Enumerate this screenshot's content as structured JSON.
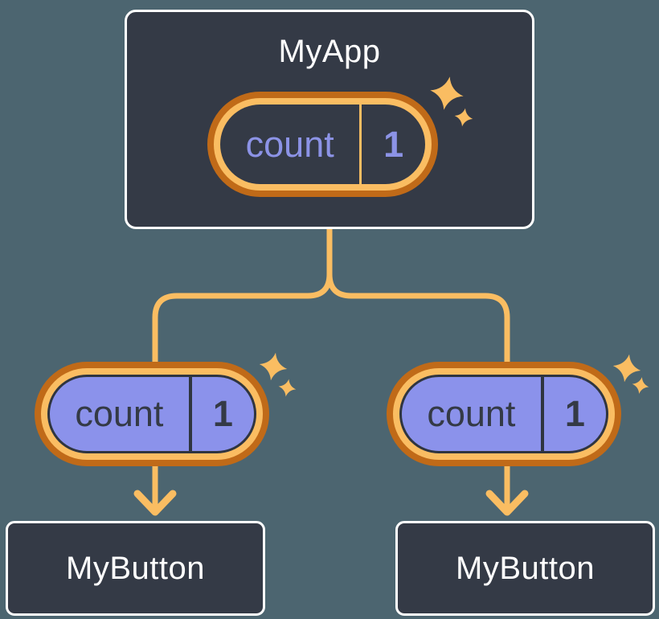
{
  "diagram": {
    "parent": {
      "title": "MyApp",
      "state_pill": {
        "label": "count",
        "value": "1"
      }
    },
    "children": [
      {
        "title": "MyButton",
        "prop_pill": {
          "label": "count",
          "value": "1"
        }
      },
      {
        "title": "MyButton",
        "prop_pill": {
          "label": "count",
          "value": "1"
        }
      }
    ]
  },
  "colors": {
    "background": "#4C6570",
    "node_fill": "#343A46",
    "node_border": "#FFFFFF",
    "node_text": "#FFFFFF",
    "pill_ring_outer": "#C06A18",
    "pill_ring_inner": "#FABD62",
    "pill_purple": "#8B92EB",
    "purple_text": "#8C93E6",
    "dark_text": "#343A46",
    "pill_dark_outline": "#2F3540",
    "connector": "#FABD62"
  },
  "icons": {
    "sparkle": "four-point-star",
    "arrow": "down-chevron-arrow"
  }
}
